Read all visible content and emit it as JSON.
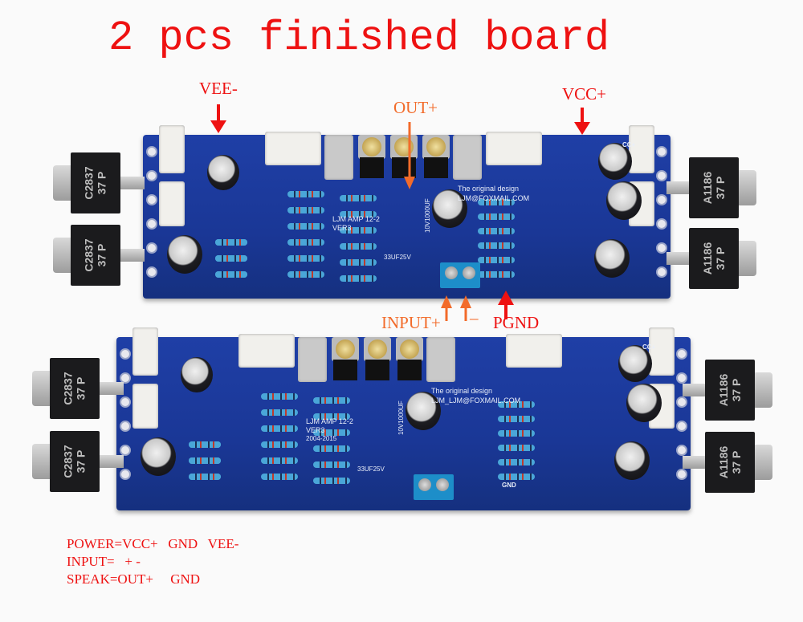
{
  "title": "2 pcs finished board",
  "colors": {
    "label_red": "#ee1111",
    "label_orange": "#f26b2a",
    "pcb_blue": "#1f3fa6"
  },
  "labels": {
    "vee": "VEE-",
    "out_plus": "OUT+",
    "vcc": "VCC+",
    "input_plus": "INPUT+",
    "input_minus": "–",
    "pgnd": "PGND"
  },
  "transistors": {
    "left_marking": "C2837",
    "left_sub": "37 P",
    "right_marking": "A1186",
    "right_sub": "37 P"
  },
  "board_silkscreen": {
    "design": "The original design",
    "email_top": "LJM@FOXMAIL.COM",
    "email_bottom": "LJM_LJM@FOXMAIL.COM",
    "model": "LJM AMP 12-2",
    "version": "VER3",
    "year": "2004-2015",
    "cap": "33UF25V",
    "bigcap": "10V1000UF",
    "gnd": "GND",
    "cc": "CC+"
  },
  "notes": [
    "POWER=VCC+   GND   VEE-",
    "INPUT=   + -",
    "SPEAK=OUT+     GND"
  ]
}
